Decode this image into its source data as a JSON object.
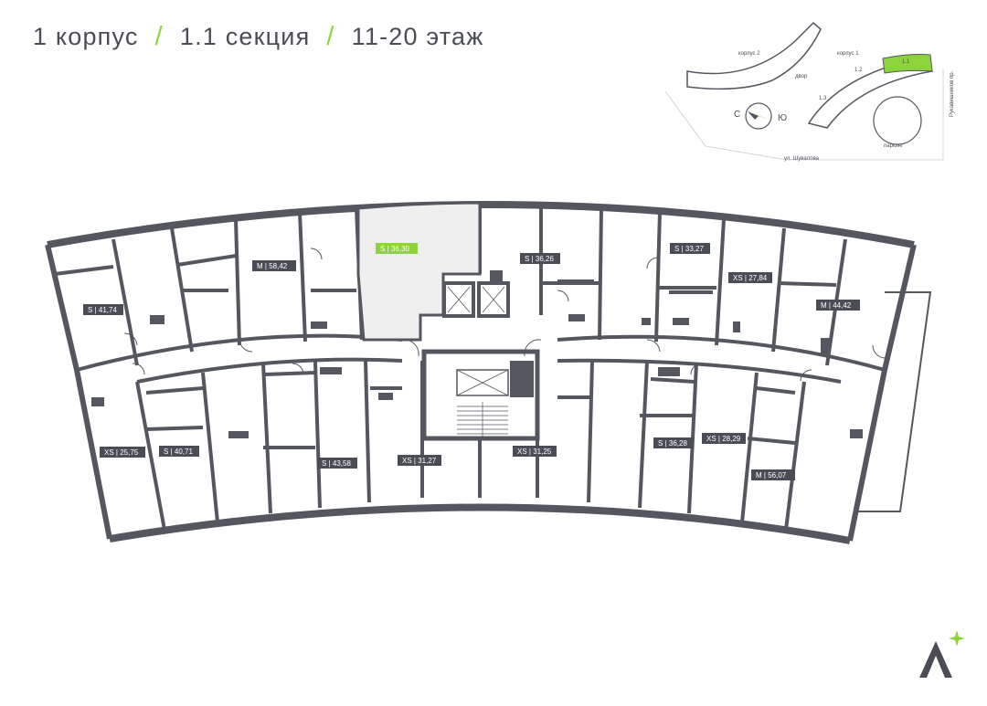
{
  "header": {
    "building": "1 корпус",
    "section": "1.1 секция",
    "floors": "11-20 этаж",
    "separator": "/"
  },
  "site_plan": {
    "building_2": "корпус 2",
    "building_1": "корпус 1",
    "courtyard": "двор",
    "parking": "паркинг",
    "street": "ул. Шувалова",
    "avenue": "Рукавишников пр.",
    "sections": [
      "1.1",
      "1.2",
      "1.3"
    ],
    "compass_north": "С",
    "compass_south": "Ю"
  },
  "apartments": [
    {
      "id": "apt-1",
      "type": "S",
      "area": "41,74"
    },
    {
      "id": "apt-2",
      "type": "M",
      "area": "58,42"
    },
    {
      "id": "apt-3",
      "type": "S",
      "area": "36,30",
      "selected": true
    },
    {
      "id": "apt-4",
      "type": "S",
      "area": "36,26"
    },
    {
      "id": "apt-5",
      "type": "S",
      "area": "33,27"
    },
    {
      "id": "apt-6",
      "type": "XS",
      "area": "27,84"
    },
    {
      "id": "apt-7",
      "type": "M",
      "area": "44,42"
    },
    {
      "id": "apt-8",
      "type": "XS",
      "area": "25,75"
    },
    {
      "id": "apt-9",
      "type": "S",
      "area": "40,71"
    },
    {
      "id": "apt-10",
      "type": "S",
      "area": "43,58"
    },
    {
      "id": "apt-11",
      "type": "XS",
      "area": "31,27"
    },
    {
      "id": "apt-12",
      "type": "XS",
      "area": "31,25"
    },
    {
      "id": "apt-13",
      "type": "S",
      "area": "36,28"
    },
    {
      "id": "apt-14",
      "type": "XS",
      "area": "28,29"
    },
    {
      "id": "apt-15",
      "type": "M",
      "area": "56,07"
    }
  ],
  "colors": {
    "wall": "#54575f",
    "selected": "#8cd33c",
    "selected_fill": "#efefef",
    "text": "#4a4d55"
  },
  "logo": {
    "name": "A-logo",
    "text": "А"
  }
}
